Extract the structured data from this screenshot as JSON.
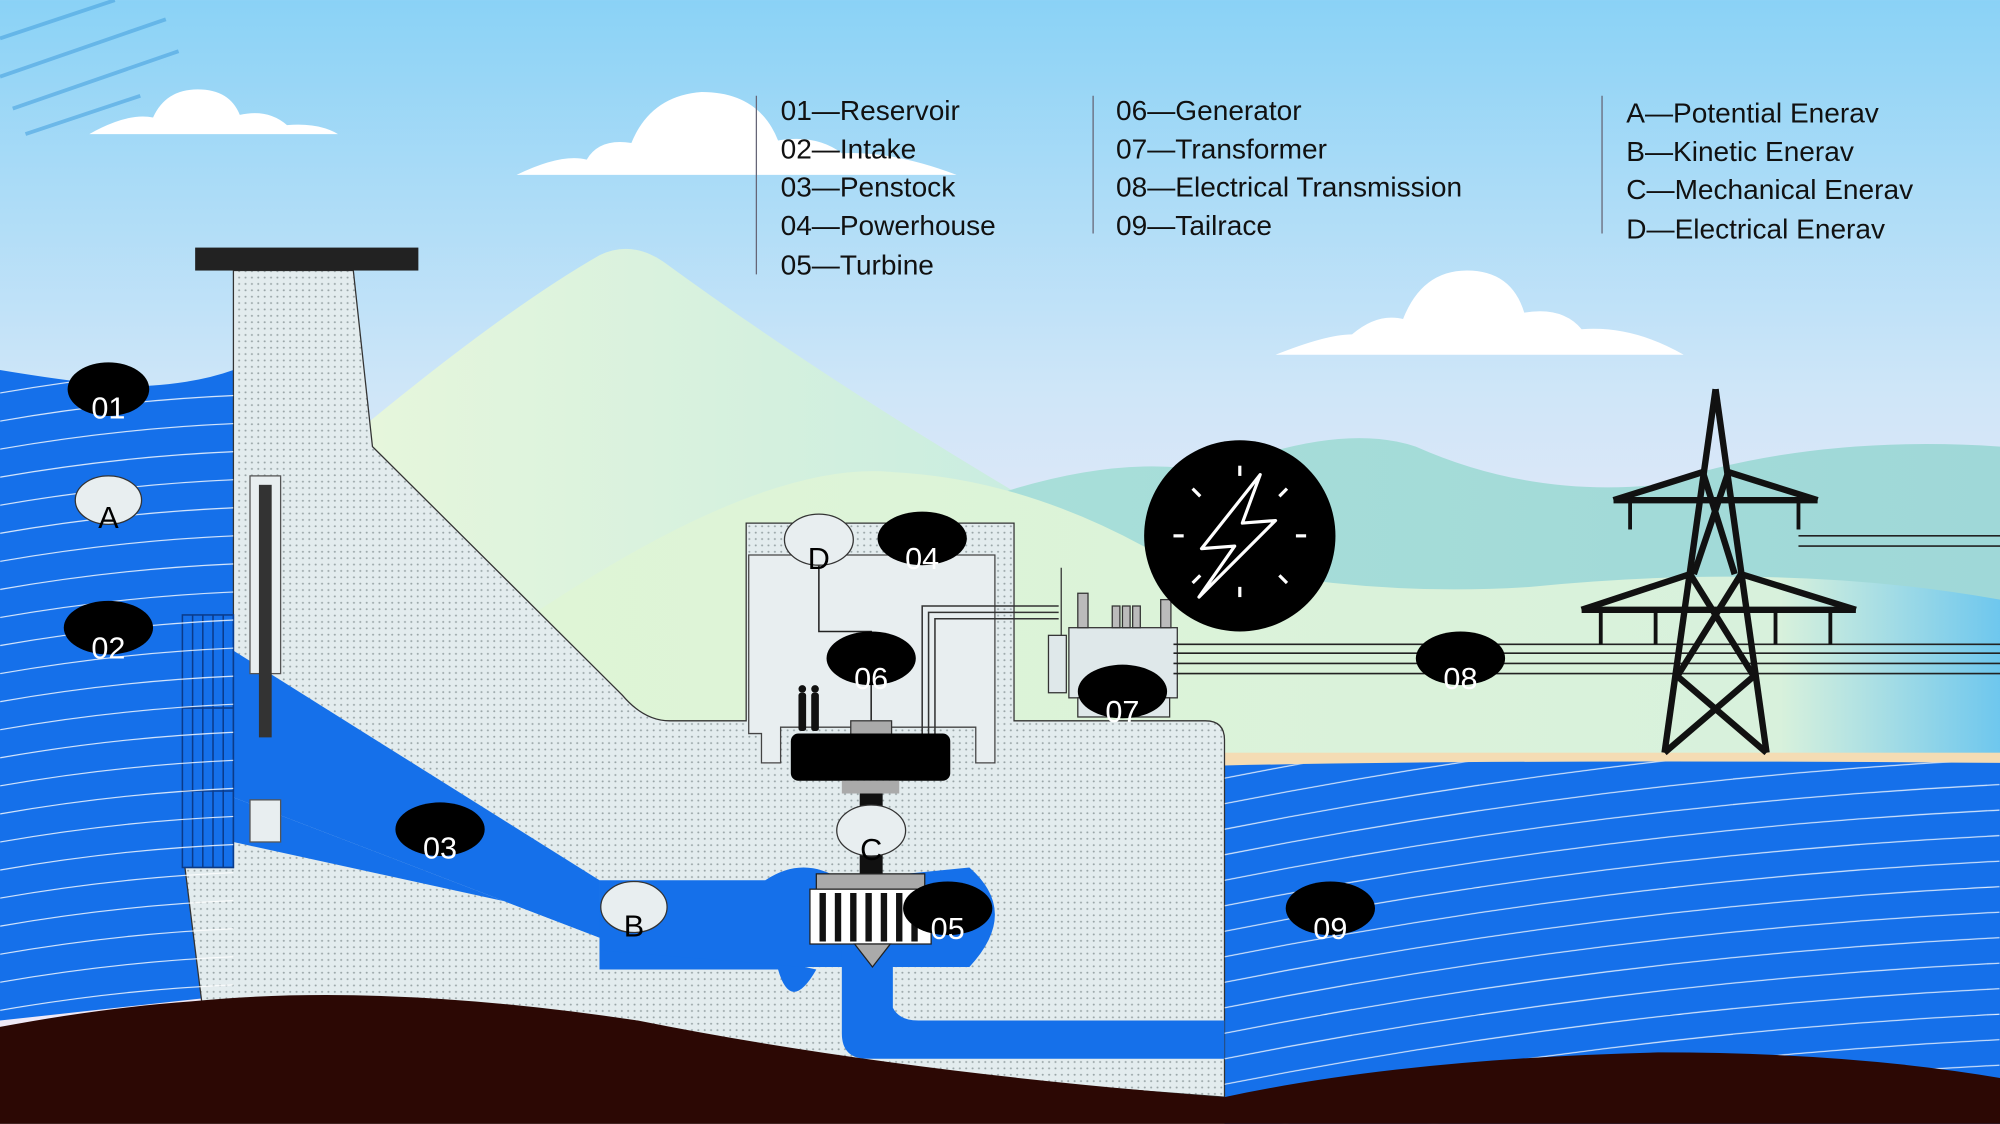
{
  "legend": {
    "components_a": [
      "01—Reservoir",
      "02—Intake",
      "03—Penstock",
      "04—Powerhouse",
      "05—Turbine"
    ],
    "components_b": [
      "06—Generator",
      "07—Transformer",
      "08—Electrical Transmission",
      "09—Tailrace"
    ],
    "energy": [
      "A—Potential Enerav",
      "B—Kinetic Enerav",
      "C—Mechanical Enerav",
      "D—Electrical Enerav"
    ]
  },
  "markers": {
    "m01": "01",
    "m02": "02",
    "m03": "03",
    "m04": "04",
    "m05": "05",
    "m06": "06",
    "m07": "07",
    "m08": "08",
    "m09": "09",
    "a": "A",
    "b": "B",
    "c": "C",
    "d": "D"
  },
  "icons": {
    "power": "lightning-bolt-icon",
    "tower": "transmission-tower-icon"
  },
  "colors": {
    "water": "#1570ea",
    "concrete": "#e3ecee",
    "ground": "#2c0804",
    "sand": "#f4dcb4",
    "marker_dark": "#000000",
    "marker_light": "#e8eef0"
  }
}
